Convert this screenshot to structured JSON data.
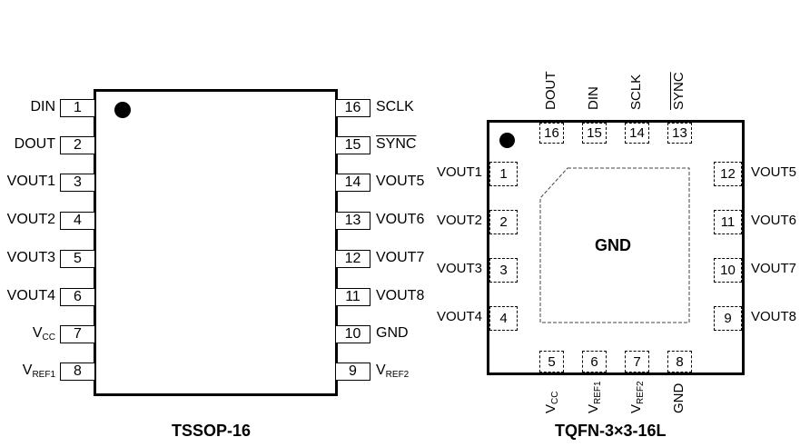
{
  "tssop": {
    "title": "TSSOP-16",
    "left_pins": [
      {
        "num": "1",
        "name": "DIN",
        "sub": ""
      },
      {
        "num": "2",
        "name": "DOUT",
        "sub": ""
      },
      {
        "num": "3",
        "name": "VOUT1",
        "sub": ""
      },
      {
        "num": "4",
        "name": "VOUT2",
        "sub": ""
      },
      {
        "num": "5",
        "name": "VOUT3",
        "sub": ""
      },
      {
        "num": "6",
        "name": "VOUT4",
        "sub": ""
      },
      {
        "num": "7",
        "name": "V",
        "sub": "CC"
      },
      {
        "num": "8",
        "name": "V",
        "sub": "REF1"
      }
    ],
    "right_pins": [
      {
        "num": "16",
        "name": "SCLK",
        "sub": "",
        "overbar": false
      },
      {
        "num": "15",
        "name": "SYNC",
        "sub": "",
        "overbar": true
      },
      {
        "num": "14",
        "name": "VOUT5",
        "sub": "",
        "overbar": false
      },
      {
        "num": "13",
        "name": "VOUT6",
        "sub": "",
        "overbar": false
      },
      {
        "num": "12",
        "name": "VOUT7",
        "sub": "",
        "overbar": false
      },
      {
        "num": "11",
        "name": "VOUT8",
        "sub": "",
        "overbar": false
      },
      {
        "num": "10",
        "name": "GND",
        "sub": "",
        "overbar": false
      },
      {
        "num": "9",
        "name": "V",
        "sub": "REF2",
        "overbar": false
      }
    ]
  },
  "tqfn": {
    "title": "TQFN-3×3-16L",
    "exposed_pad_label": "GND",
    "top_pins": [
      {
        "num": "16",
        "name": "DOUT",
        "sub": "",
        "overbar": false
      },
      {
        "num": "15",
        "name": "DIN",
        "sub": "",
        "overbar": false
      },
      {
        "num": "14",
        "name": "SCLK",
        "sub": "",
        "overbar": false
      },
      {
        "num": "13",
        "name": "SYNC",
        "sub": "",
        "overbar": true
      }
    ],
    "left_pins": [
      {
        "num": "1",
        "name": "VOUT1"
      },
      {
        "num": "2",
        "name": "VOUT2"
      },
      {
        "num": "3",
        "name": "VOUT3"
      },
      {
        "num": "4",
        "name": "VOUT4"
      }
    ],
    "right_pins": [
      {
        "num": "12",
        "name": "VOUT5"
      },
      {
        "num": "11",
        "name": "VOUT6"
      },
      {
        "num": "10",
        "name": "VOUT7"
      },
      {
        "num": "9",
        "name": "VOUT8"
      }
    ],
    "bottom_pins": [
      {
        "num": "5",
        "name": "V",
        "sub": "CC"
      },
      {
        "num": "6",
        "name": "V",
        "sub": "REF1"
      },
      {
        "num": "7",
        "name": "V",
        "sub": "REF2"
      },
      {
        "num": "8",
        "name": "GND",
        "sub": ""
      }
    ]
  }
}
